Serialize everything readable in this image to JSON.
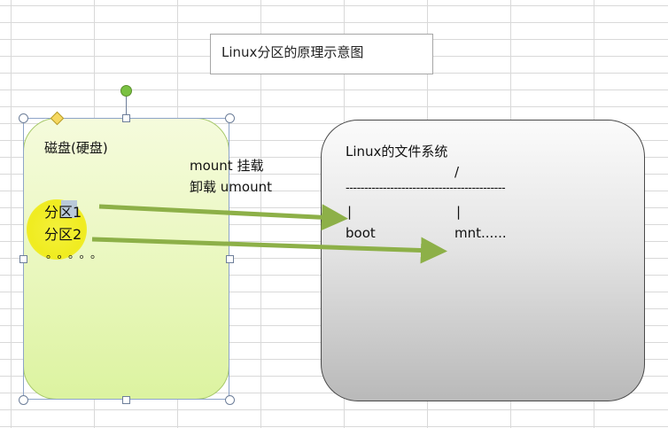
{
  "title": "Linux分区的原理示意图",
  "disk": {
    "label": "磁盘(硬盘)",
    "partition1": "分区1",
    "partition2": "分区2",
    "more": "。。。。。"
  },
  "mount_labels": {
    "mount": "mount 挂载",
    "unmount": "卸载 umount"
  },
  "filesystem": {
    "title": "Linux的文件系统",
    "root": "/",
    "separator": "-------------------------------------------",
    "branch_left": "|",
    "branch_right": "|",
    "boot": "boot",
    "mnt": "mnt......"
  },
  "colors": {
    "disk_fill": "#e9f7bd",
    "arrow": "#8db048",
    "fs_fill": "#d9d9d9",
    "highlight": "#f0ec20"
  }
}
